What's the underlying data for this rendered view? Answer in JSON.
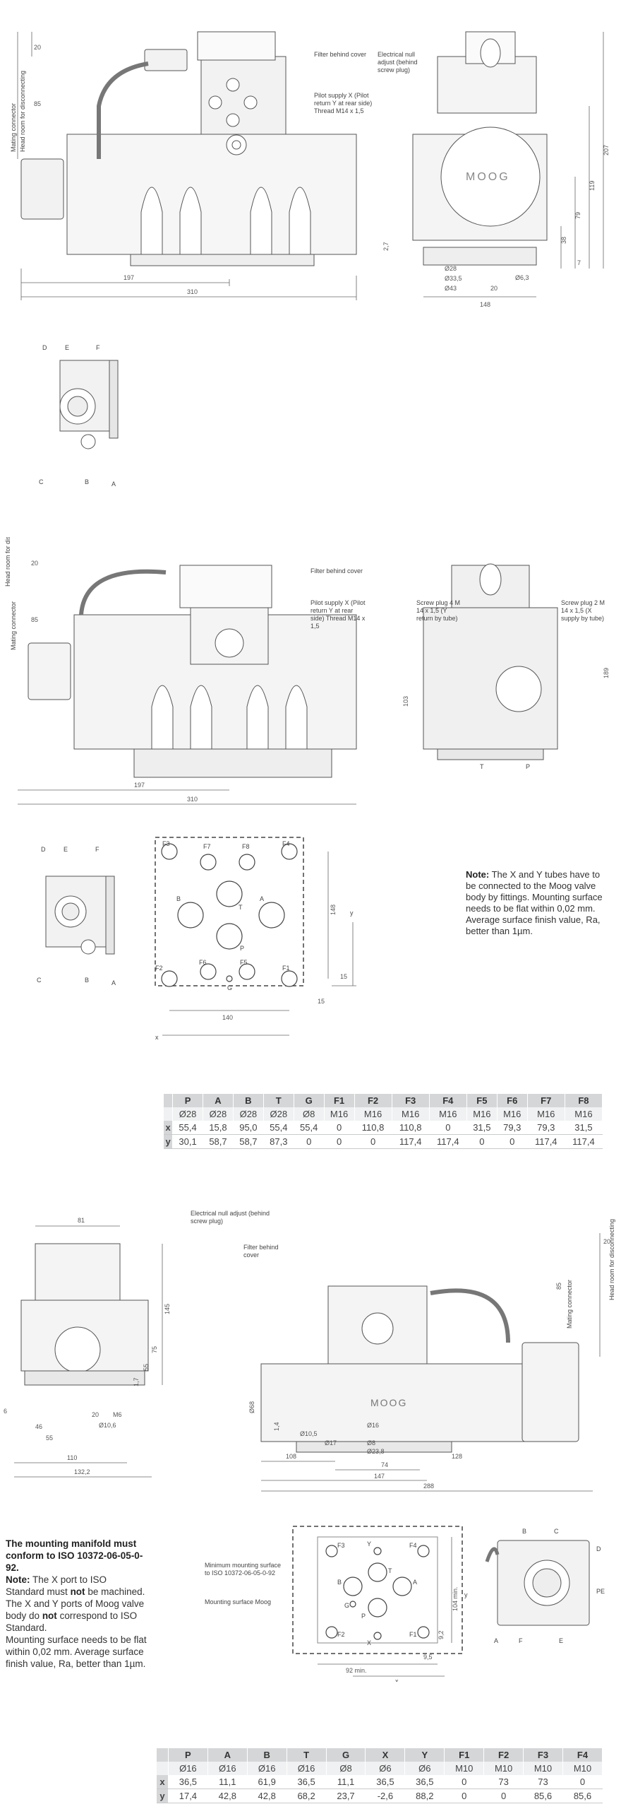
{
  "view1": {
    "callouts": {
      "filter": "Filter behind cover",
      "pilot": "Pilot supply X (Pilot return Y at rear side) Thread M14 x 1,5",
      "mating": "Mating connector",
      "headroom": "Head room for disconnecting",
      "electrical": "Electrical null adjust (behind screw plug)"
    },
    "dims": {
      "d20": "20",
      "d85": "85",
      "d197": "197",
      "d310": "310",
      "d207": "207",
      "d119": "119",
      "d79": "79",
      "d38": "38",
      "d7": "7",
      "d27": "2,7",
      "o28": "Ø28",
      "o335": "Ø33,5",
      "o43": "Ø43",
      "d20b": "20",
      "o63": "Ø6,3",
      "d148": "148"
    },
    "brand": "MOOG"
  },
  "connector1": {
    "pins": [
      "D",
      "E",
      "F",
      "C",
      "B",
      "A"
    ]
  },
  "view2": {
    "callouts": {
      "filter": "Filter behind cover",
      "pilot": "Pilot supply X (Pilot return Y at rear side) Thread M14 x 1,5",
      "plug4": "Screw plug 4 M 14 x 1,5 (Y return by tube)",
      "plug2": "Screw plug 2 M 14 x 1,5 (X supply by tube)",
      "mating": "Mating connector",
      "headroom": "Head room for disconnecting"
    },
    "dims": {
      "d20": "20",
      "d85": "85",
      "d197": "197",
      "d310": "310",
      "d103": "103",
      "d189": "189",
      "t": "T",
      "p": "P"
    }
  },
  "connector2": {
    "pins": [
      "D",
      "E",
      "F",
      "C",
      "B",
      "A"
    ]
  },
  "pattern1": {
    "ports": [
      "F3",
      "F7",
      "F8",
      "F4",
      "B",
      "T",
      "A",
      "P",
      "F2",
      "F6",
      "G",
      "F5",
      "F1"
    ],
    "dims": {
      "d148": "148",
      "d140": "140",
      "d15a": "15",
      "d15b": "15",
      "x": "x",
      "y": "y"
    }
  },
  "note1": {
    "label": "Note:",
    "text": "The X and Y tubes have to be connected to the Moog valve body by fittings. Mounting surface needs to be flat within 0,02 mm. Average surface finish value, Ra, better than 1µm."
  },
  "table1": {
    "headers": [
      "",
      "P",
      "A",
      "B",
      "T",
      "G",
      "F1",
      "F2",
      "F3",
      "F4",
      "F5",
      "F6",
      "F7",
      "F8"
    ],
    "diameters": [
      "",
      "Ø28",
      "Ø28",
      "Ø28",
      "Ø28",
      "Ø8",
      "M16",
      "M16",
      "M16",
      "M16",
      "M16",
      "M16",
      "M16",
      "M16"
    ],
    "rows": [
      [
        "x",
        "55,4",
        "15,8",
        "95,0",
        "55,4",
        "55,4",
        "0",
        "110,8",
        "110,8",
        "0",
        "31,5",
        "79,3",
        "79,3",
        "31,5"
      ],
      [
        "y",
        "30,1",
        "58,7",
        "58,7",
        "87,3",
        "0",
        "0",
        "0",
        "117,4",
        "117,4",
        "0",
        "0",
        "117,4",
        "117,4"
      ]
    ]
  },
  "view3": {
    "callouts": {
      "electrical": "Electrical null adjust (behind screw plug)",
      "filter": "Filter behind cover",
      "mating": "Mating connector",
      "headroom": "Head room for disconnecting"
    },
    "dims": {
      "d81": "81",
      "d145": "145",
      "d75": "75",
      "d55": "55",
      "d17": "1,7",
      "d6": "6",
      "d20": "20",
      "m6": "M6",
      "o106": "Ø10,6",
      "d46": "46",
      "d55b": "55",
      "d110": "110",
      "d1322": "132,2",
      "o68": "Ø68",
      "d14": "1,4",
      "o105": "Ø10,5",
      "o16": "Ø16",
      "o17": "Ø17",
      "o8": "Ø8",
      "o238": "Ø23,8",
      "d108": "108",
      "d74": "74",
      "d128": "128",
      "d147": "147",
      "d288": "288",
      "d20b": "20",
      "d85": "85"
    },
    "brand": "MOOG"
  },
  "note2": {
    "bold": "The mounting manifold must conform to ISO 10372-06-05-0-92.",
    "label": "Note:",
    "t1": "The X port to ISO Standard must",
    "not1": "not",
    "t2": "be machined. The X and Y ports of Moog valve body do",
    "not2": "not",
    "t3": "correspond to ISO Standard.",
    "t4": "Mounting surface needs to be flat within 0,02 mm. Average surface finish value, Ra, better than 1µm."
  },
  "pattern2": {
    "callouts": {
      "min": "Minimum mounting surface to ISO 10372-06-05-0-92",
      "moog": "Mounting surface Moog"
    },
    "ports": [
      "F3",
      "Y",
      "F4",
      "B",
      "T",
      "A",
      "P",
      "G",
      "F2",
      "X",
      "F1"
    ],
    "dims": {
      "d104": "104 min.",
      "d92": "92 min.",
      "d92b": "9,2",
      "d95": "9,5",
      "x": "x",
      "y": "y"
    }
  },
  "connector3": {
    "pins": [
      "B",
      "C",
      "D",
      "PE",
      "E",
      "F",
      "A"
    ]
  },
  "table2": {
    "headers": [
      "",
      "P",
      "A",
      "B",
      "T",
      "G",
      "X",
      "Y",
      "F1",
      "F2",
      "F3",
      "F4"
    ],
    "diameters": [
      "",
      "Ø16",
      "Ø16",
      "Ø16",
      "Ø16",
      "Ø8",
      "Ø6",
      "Ø6",
      "M10",
      "M10",
      "M10",
      "M10"
    ],
    "rows": [
      [
        "x",
        "36,5",
        "11,1",
        "61,9",
        "36,5",
        "11,1",
        "36,5",
        "36,5",
        "0",
        "73",
        "73",
        "0"
      ],
      [
        "y",
        "17,4",
        "42,8",
        "42,8",
        "68,2",
        "23,7",
        "-2,6",
        "88,2",
        "0",
        "0",
        "85,6",
        "85,6"
      ]
    ]
  }
}
